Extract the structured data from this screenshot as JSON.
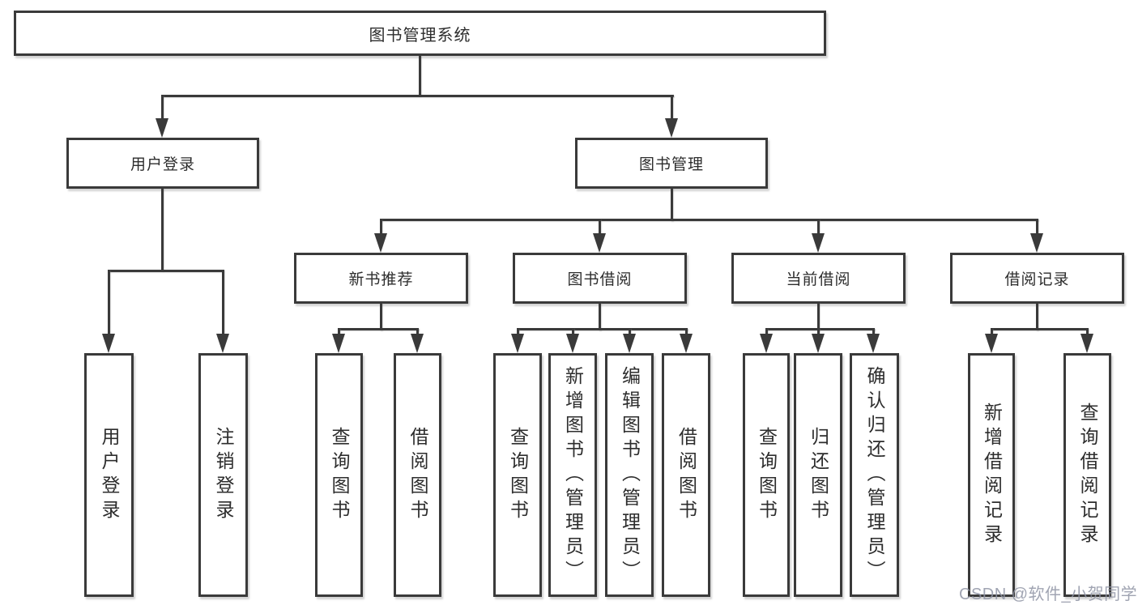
{
  "diagram_type": "hierarchy-tree",
  "title": "图书管理系统",
  "nodes": {
    "root": "图书管理系统",
    "user_login": "用户登录",
    "book_management": "图书管理",
    "new_book_recommend": "新书推荐",
    "book_borrow": "图书借阅",
    "current_borrow": "当前借阅",
    "borrow_records": "借阅记录",
    "leaf_user_login": "用户登录",
    "leaf_logout_login": "注销登录",
    "leaf_rec_query_books": "查询图书",
    "leaf_rec_borrow_books": "借阅图书",
    "leaf_bb_query_books": "查询图书",
    "leaf_bb_add_books_admin": "新增图书（管理员）",
    "leaf_bb_edit_books_admin": "编辑图书（管理员）",
    "leaf_bb_borrow_books": "借阅图书",
    "leaf_cb_query_books": "查询图书",
    "leaf_cb_return_books": "归还图书",
    "leaf_cb_confirm_return_admin": "确认归还（管理员）",
    "leaf_br_add_record": "新增借阅记录",
    "leaf_br_query_record": "查询借阅记录"
  },
  "hierarchy": {
    "图书管理系统": {
      "用户登录": [
        "用户登录",
        "注销登录"
      ],
      "图书管理": {
        "新书推荐": [
          "查询图书",
          "借阅图书"
        ],
        "图书借阅": [
          "查询图书",
          "新增图书（管理员）",
          "编辑图书（管理员）",
          "借阅图书"
        ],
        "当前借阅": [
          "查询图书",
          "归还图书",
          "确认归还（管理员）"
        ],
        "借阅记录": [
          "新增借阅记录",
          "查询借阅记录"
        ]
      }
    }
  },
  "watermark": "CSDN @软件_小贺同学",
  "colors": {
    "line": "#3a3a3a",
    "text": "#2d2d2d",
    "background": "#ffffff",
    "watermark": "#8f94a4"
  }
}
